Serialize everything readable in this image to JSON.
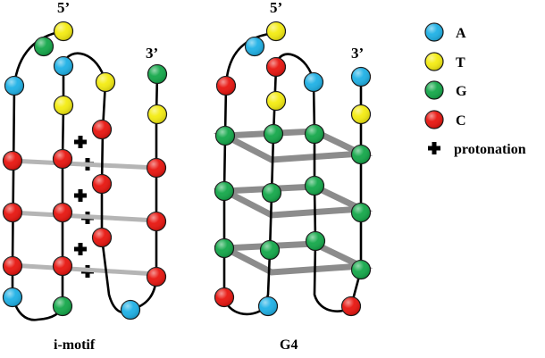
{
  "legend": {
    "items": [
      {
        "key": "A",
        "label": "A",
        "color": "#1fb1e6"
      },
      {
        "key": "T",
        "label": "T",
        "color": "#f4ec11"
      },
      {
        "key": "G",
        "label": "G",
        "color": "#14a84a"
      },
      {
        "key": "C",
        "label": "C",
        "color": "#e8150f"
      }
    ],
    "protonation_label": "protonation",
    "protonation_icon": "plus-icon"
  },
  "structures": {
    "imotif": {
      "caption": "i-motif",
      "end5": "5’",
      "end3": "3’"
    },
    "g4": {
      "caption": "G4",
      "end5": "5’",
      "end3": "3’"
    }
  },
  "colors": {
    "strand": "#000000",
    "bond": "#b5b5b5",
    "tetrad": "#8c8c8c",
    "plus": "#000000"
  }
}
